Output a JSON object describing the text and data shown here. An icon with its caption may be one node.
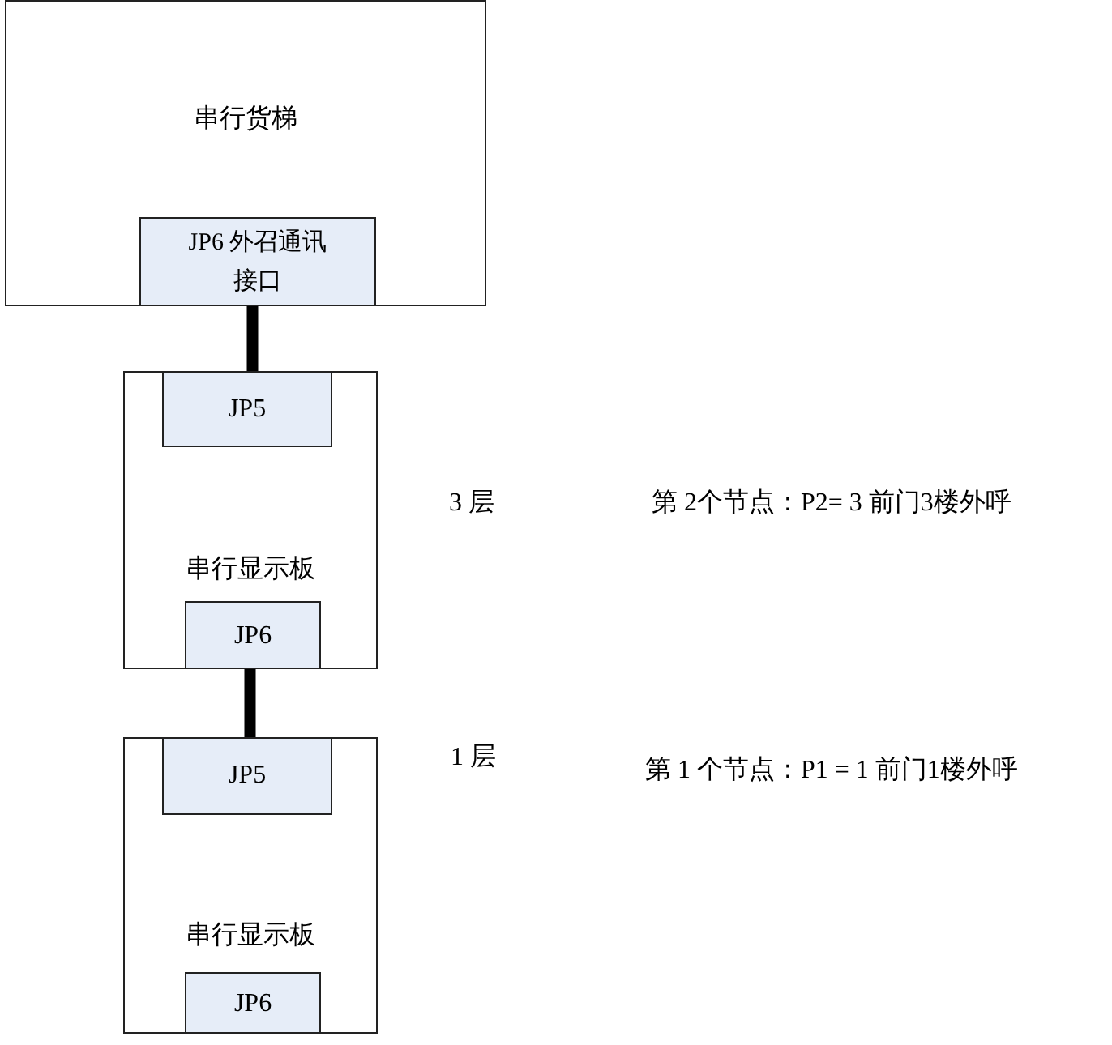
{
  "diagram": {
    "nodes": [
      {
        "text": [
          "串行货梯"
        ]
      },
      {
        "text": [
          "JP6 外召通讯接口"
        ],
        "in": 0
      },
      {
        "text": [
          "串行显示板"
        ]
      },
      {
        "text": [
          "JP5"
        ],
        "in": 2
      },
      {
        "text": [
          "JP6"
        ],
        "in": 2
      },
      {
        "text": [
          "串行显示板"
        ]
      },
      {
        "text": [
          "JP5"
        ],
        "in": 5
      },
      {
        "text": [
          "JP6"
        ],
        "in": 5
      }
    ],
    "edges": [
      {
        "from": 1,
        "to": 3,
        "arrow": "none"
      },
      {
        "from": 4,
        "to": 6,
        "arrow": "none"
      }
    ],
    "labels": [
      "3 层",
      "第 2个节点：P2= 3  前门3楼外呼",
      "1 层",
      "第 1 个节点：P1 = 1 前门1楼外呼"
    ]
  }
}
